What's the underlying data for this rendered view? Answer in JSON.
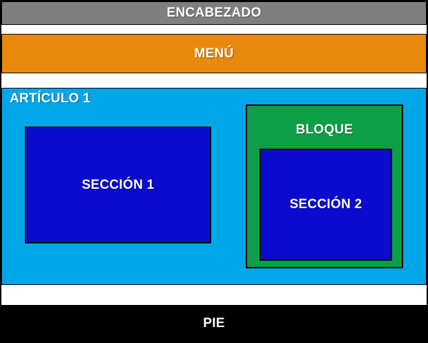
{
  "colors": {
    "header_bg": "#7F7F7F",
    "menu_bg": "#E8890E",
    "article_bg": "#00A7E8",
    "section_bg": "#0B0BD0",
    "block_bg": "#0D9E48",
    "footer_bg": "#000000",
    "text": "#FFFFFF",
    "border": "#000000",
    "gap_bg": "#FFFFFF"
  },
  "layout": {
    "header": {
      "label": "ENCABEZADO"
    },
    "menu": {
      "label": "MENÚ"
    },
    "article": {
      "label": "ARTÍCULO 1",
      "section1": {
        "label": "SECCIÓN 1"
      },
      "block": {
        "label": "BLOQUE",
        "section2": {
          "label": "SECCIÓN 2"
        }
      }
    },
    "footer": {
      "label": "PIE"
    }
  }
}
